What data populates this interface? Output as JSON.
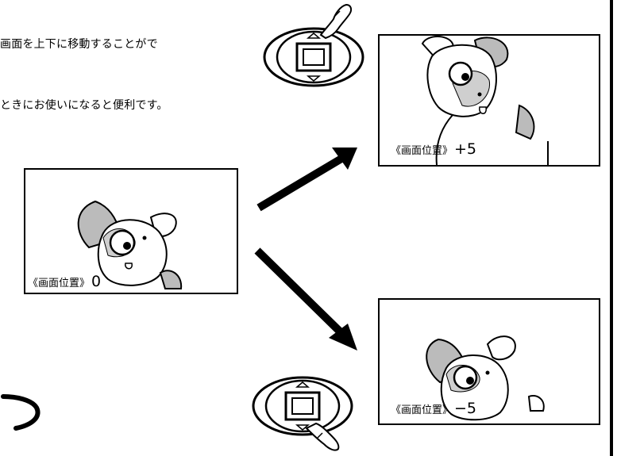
{
  "text": {
    "line1": "画面を上下に移動することがで",
    "line2": "ときにお使いになると便利です。"
  },
  "panels": {
    "center": {
      "label": "《画面位置》",
      "value": "0"
    },
    "top": {
      "label": "《画面位置》",
      "value": "+5"
    },
    "bottom": {
      "label": "《画面位置》",
      "value": "−5"
    }
  },
  "icons": {
    "remote_top": "remote-up-press-icon",
    "remote_bottom": "remote-down-press-icon",
    "arrow_up": "arrow-up-right-icon",
    "arrow_down": "arrow-down-right-icon"
  }
}
